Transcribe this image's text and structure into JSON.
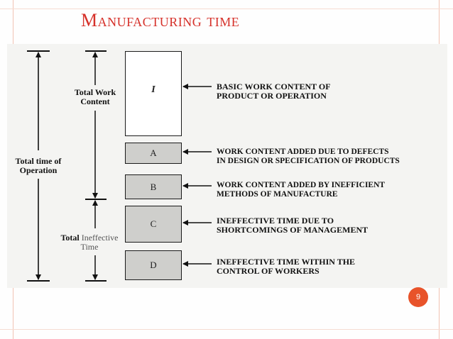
{
  "slide": {
    "title": "Manufacturing time",
    "page_number": "9"
  },
  "diagram": {
    "side_labels": {
      "total_time_line1": "Total time of",
      "total_time_line2": "Operation",
      "work_content_line1": "Total Work",
      "work_content_line2": "Content",
      "ineffective_word1": "Total",
      "ineffective_word2": "Ineffective",
      "ineffective_line2": "Time"
    },
    "blocks": [
      {
        "label": "I",
        "desc1": "BASIC WORK CONTENT OF",
        "desc2": "PRODUCT OR OPERATION"
      },
      {
        "label": "A",
        "desc1": "WORK CONTENT ADDED DUE TO DEFECTS",
        "desc2": "IN DESIGN OR SPECIFICATION OF PRODUCTS"
      },
      {
        "label": "B",
        "desc1": "WORK CONTENT ADDED BY INEFFICIENT",
        "desc2": "METHODS OF MANUFACTURE"
      },
      {
        "label": "C",
        "desc1": "INEFFECTIVE TIME DUE TO",
        "desc2": "SHORTCOMINGS OF MANAGEMENT"
      },
      {
        "label": "D",
        "desc1": "INEFFECTIVE TIME WITHIN THE",
        "desc2": "CONTROL OF WORKERS"
      }
    ]
  }
}
